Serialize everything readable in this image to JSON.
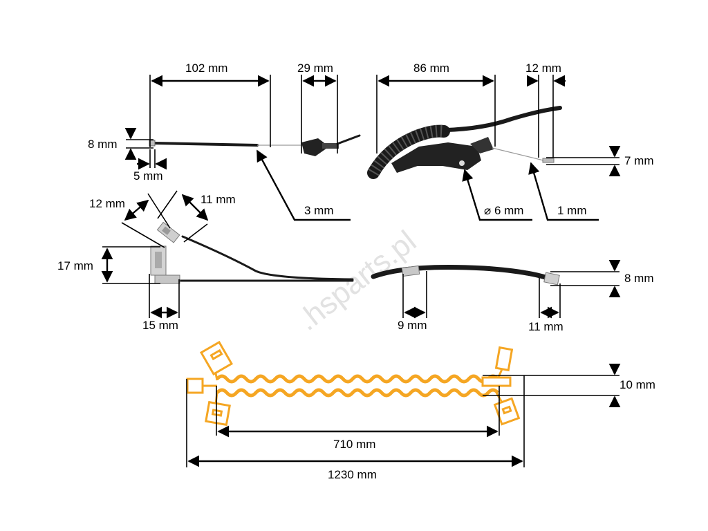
{
  "watermark": ".hsparts.pl",
  "top_left": {
    "length_label": "102 mm",
    "cap_label": "29 mm",
    "height_label": "8 mm",
    "tip_label": "5 mm",
    "wire_label": "3 mm"
  },
  "top_right": {
    "length_label": "86 mm",
    "tip_label": "12 mm",
    "height_label": "7 mm",
    "diameter_label": "⌀ 6 mm",
    "wire_label": "1 mm"
  },
  "mid_left": {
    "angle_a_label": "12 mm",
    "angle_b_label": "11 mm",
    "height_label": "17 mm",
    "width_label": "15 mm"
  },
  "mid_right": {
    "clip_label": "9 mm",
    "tip_label": "11 mm",
    "height_label": "8 mm"
  },
  "bottom": {
    "height_label": "10 mm",
    "inner_length_label": "710 mm",
    "total_length_label": "1230 mm"
  },
  "colors": {
    "accent": "#f5a623",
    "line": "#000000",
    "cable": "#1a1a1a"
  }
}
